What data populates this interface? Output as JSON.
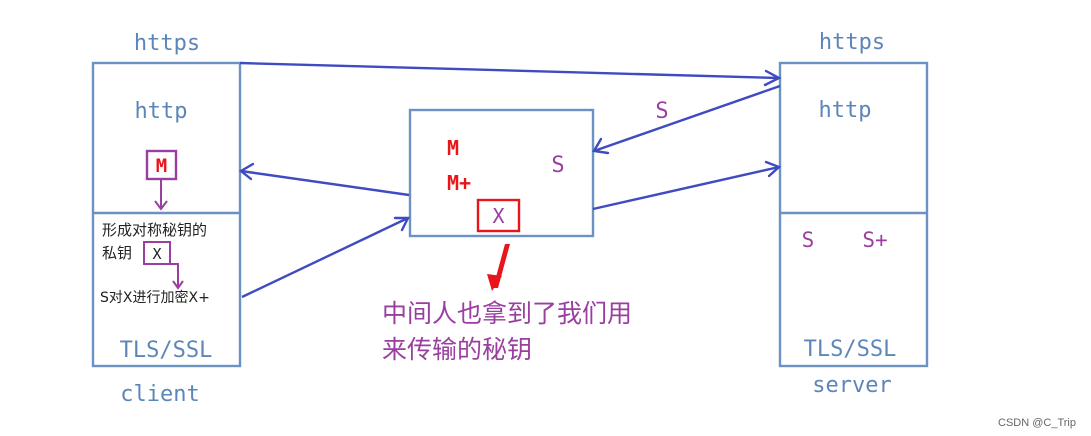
{
  "client": {
    "https_label": "https",
    "http_label": "http",
    "m_label": "M",
    "key_text_line1": "形成对称秘钥的",
    "key_text_line2": "私钥",
    "x_label": "X",
    "encrypt_text": "S对X进行加密X+",
    "tls_label": "TLS/SSL",
    "name": "client"
  },
  "middle": {
    "m_label": "M",
    "m_plus_label": "M+",
    "s_label": "S",
    "x_label": "X"
  },
  "server": {
    "https_label": "https",
    "http_label": "http",
    "s_label": "S",
    "s_plus_label": "S+",
    "tls_label": "TLS/SSL",
    "name": "server"
  },
  "arrow_label_s": "S",
  "annotation": {
    "line1": "中间人也拿到了我们用",
    "line2": "来传输的秘钥"
  },
  "watermark": "CSDN @C_Trip",
  "colors": {
    "box_stroke": "#6b92c2",
    "arrow": "#3f4bc0",
    "blue_text": "#5d86b8",
    "purple": "#9a3ea0",
    "red": "#e8161b"
  }
}
